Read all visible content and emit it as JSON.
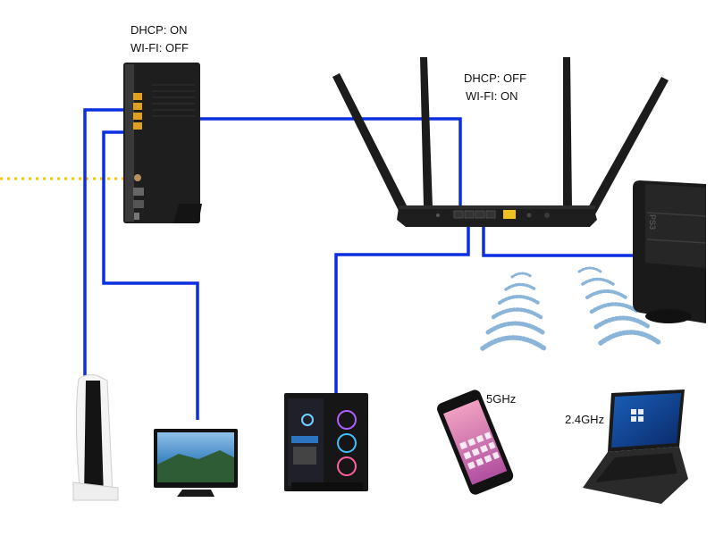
{
  "modem": {
    "dhcp_label": "DHCP: ON",
    "wifi_label": "WI-FI: OFF"
  },
  "router": {
    "dhcp_label": "DHCP: OFF",
    "wifi_label": "WI-FI: ON"
  },
  "wireless": {
    "phone_band": "5GHz",
    "laptop_band": "2.4GHz"
  },
  "colors": {
    "ethernet_cable": "#0a2fe0",
    "coax_cable": "#f5c400",
    "device_body": "#1e1e1e",
    "modem_ports": "#e0a020",
    "router_wan_port": "#f0c020",
    "wifi_waves": "#8ab4d8"
  }
}
